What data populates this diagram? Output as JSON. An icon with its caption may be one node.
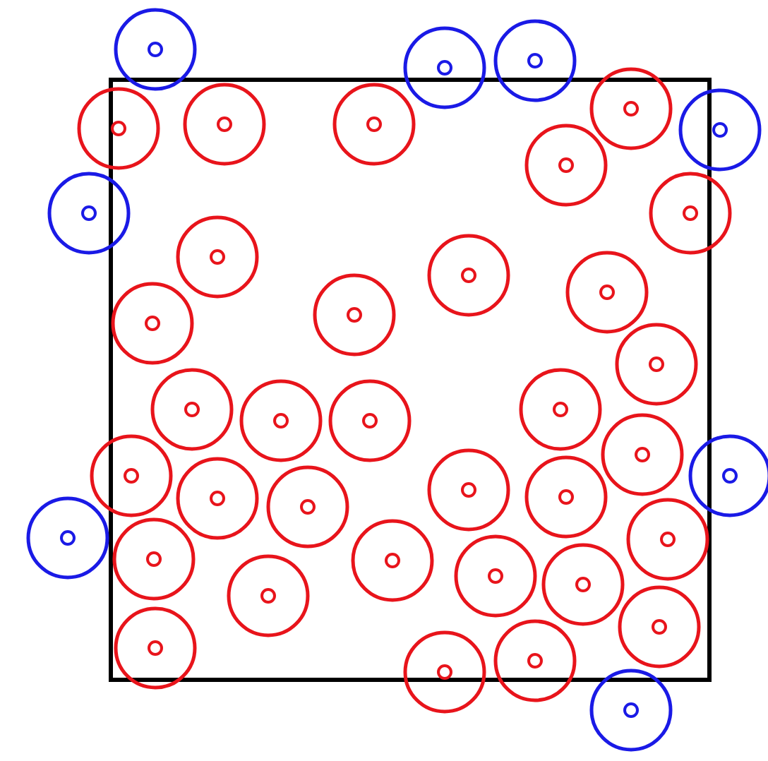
{
  "diagram": {
    "nodes": [
      {
        "text": [],
        "shape": "box"
      },
      {
        "text": [],
        "shape": "circle"
      },
      {
        "text": [],
        "shape": "circle"
      },
      {
        "text": [],
        "shape": "circle"
      },
      {
        "text": [],
        "shape": "circle"
      },
      {
        "text": [],
        "shape": "circle",
        "in": 0
      },
      {
        "text": [],
        "shape": "circle",
        "in": 0
      },
      {
        "text": [],
        "shape": "circle"
      },
      {
        "text": [],
        "shape": "circle"
      },
      {
        "text": [],
        "shape": "circle",
        "in": 0
      },
      {
        "text": [],
        "shape": "circle"
      },
      {
        "text": [],
        "shape": "circle"
      },
      {
        "text": [],
        "shape": "circle",
        "in": 0
      },
      {
        "text": [],
        "shape": "circle",
        "in": 0
      },
      {
        "text": [],
        "shape": "circle",
        "in": 0
      },
      {
        "text": [],
        "shape": "circle",
        "in": 0
      },
      {
        "text": [],
        "shape": "circle",
        "in": 0
      },
      {
        "text": [],
        "shape": "circle",
        "in": 0
      },
      {
        "text": [],
        "shape": "circle",
        "in": 0
      },
      {
        "text": [],
        "shape": "circle",
        "in": 0
      },
      {
        "text": [],
        "shape": "circle",
        "in": 0
      },
      {
        "text": [],
        "shape": "circle",
        "in": 0
      },
      {
        "text": [],
        "shape": "circle",
        "in": 0
      },
      {
        "text": [],
        "shape": "circle"
      },
      {
        "text": [],
        "shape": "circle"
      },
      {
        "text": [],
        "shape": "circle",
        "in": 0
      },
      {
        "text": [],
        "shape": "circle",
        "in": 0
      },
      {
        "text": [],
        "shape": "circle",
        "in": 0
      },
      {
        "text": [],
        "shape": "circle",
        "in": 0
      },
      {
        "text": [],
        "shape": "circle"
      },
      {
        "text": [],
        "shape": "circle",
        "in": 0
      },
      {
        "text": [],
        "shape": "circle",
        "in": 0
      },
      {
        "text": [],
        "shape": "circle",
        "in": 0
      },
      {
        "text": [],
        "shape": "circle",
        "in": 0
      },
      {
        "text": [],
        "shape": "circle",
        "in": 0
      },
      {
        "text": [],
        "shape": "circle",
        "in": 0
      },
      {
        "text": [],
        "shape": "circle",
        "in": 0
      },
      {
        "text": [],
        "shape": "circle"
      },
      {
        "text": [],
        "shape": "circle"
      },
      {
        "text": [],
        "shape": "circle"
      },
      {
        "text": [],
        "shape": "circle"
      }
    ]
  }
}
